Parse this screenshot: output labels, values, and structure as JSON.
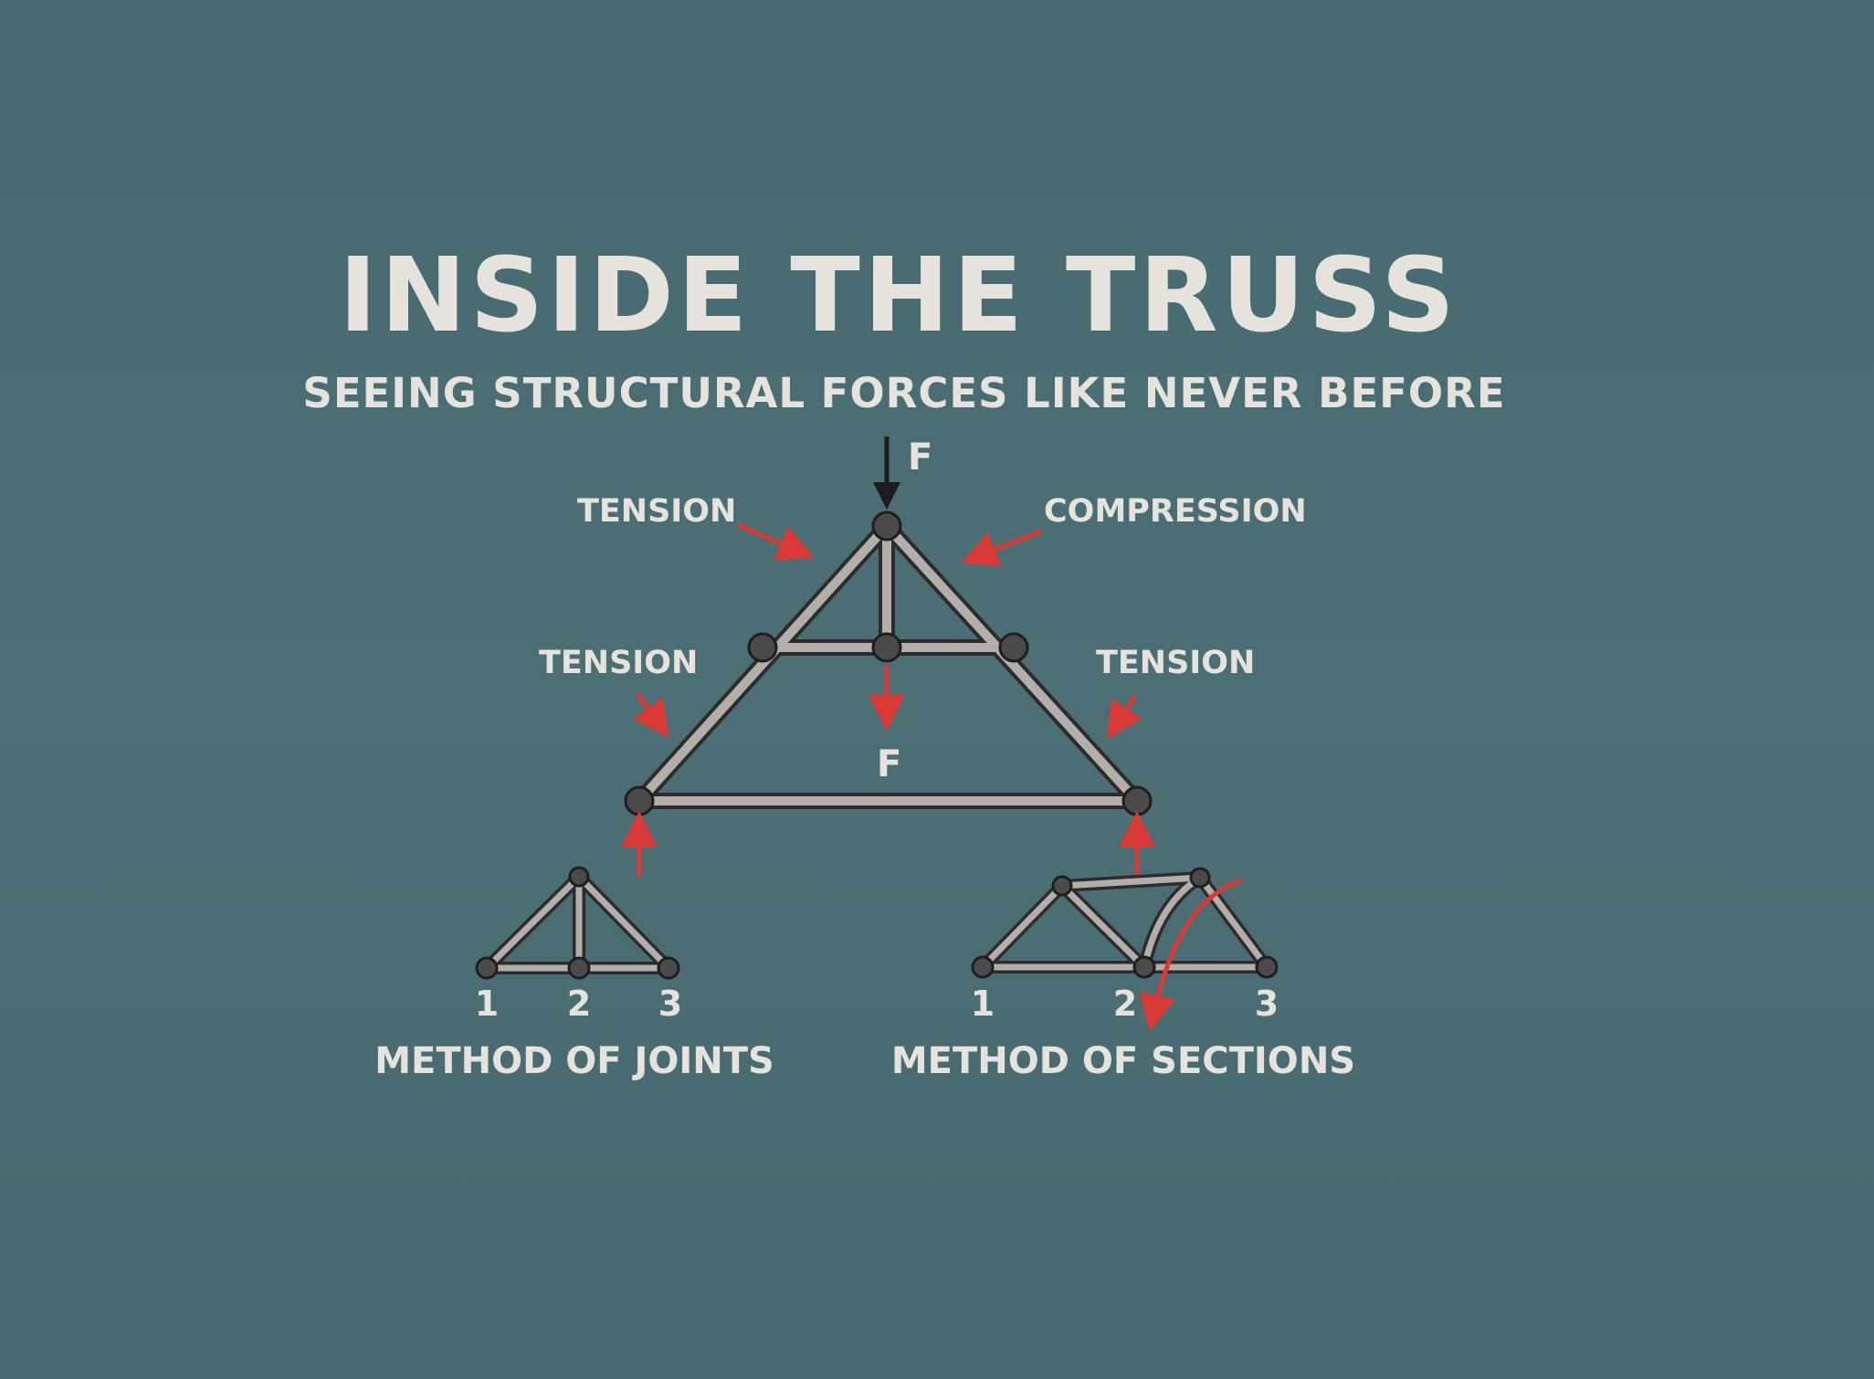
{
  "title": "INSIDE THE TRUSS",
  "subtitle": "SEEING STRUCTURAL FORCES LIKE NEVER BEFORE",
  "labels": {
    "top_load": "F",
    "mid_load": "F",
    "upper_left": "TENSION",
    "upper_right": "COMPRESSION",
    "lower_left": "TENSION",
    "lower_right": "TENSION"
  },
  "joints_method": {
    "caption": "METHOD OF JOINTS",
    "nodes": [
      "1",
      "2",
      "3"
    ]
  },
  "sections_method": {
    "caption": "METHOD OF SECTIONS",
    "nodes": [
      "1",
      "2",
      "3"
    ]
  },
  "colors": {
    "background": "#4a6d72",
    "text": "#e6e3dc",
    "arrow": "#d93a36",
    "member": "#b3aeaa"
  }
}
